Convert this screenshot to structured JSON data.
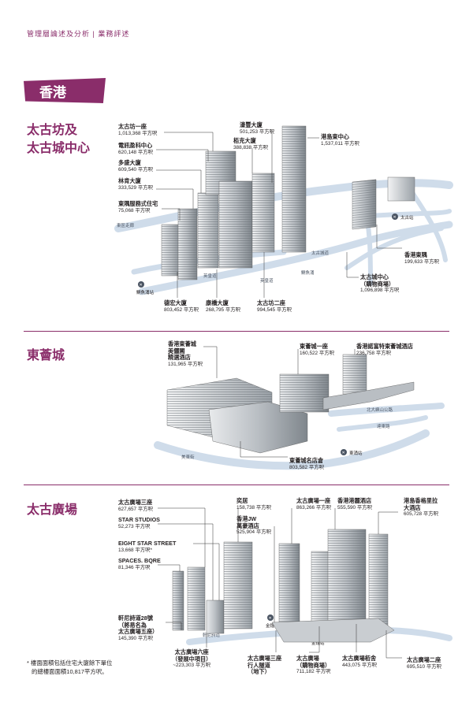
{
  "header": "管理層論述及分析 | 業務評述",
  "region": "香港",
  "sections": {
    "taikoo_place": {
      "title_line1": "太古坊及",
      "title_line2": "太古城中心",
      "labels": [
        {
          "name": "太古坊一座",
          "value": "1,013,368 平方呎"
        },
        {
          "name": "電訊盈科中心",
          "value": "620,148 平方呎"
        },
        {
          "name": "多盛大廈",
          "value": "609,540 平方呎"
        },
        {
          "name": "林肯大廈",
          "value": "333,529 平方呎"
        },
        {
          "name": "東隅服務式住宅",
          "value": "75,068 平方呎"
        },
        {
          "name": "濠豐大廈",
          "value": "501,253 平方呎"
        },
        {
          "name": "栢克大廈",
          "value": "388,838 平方呎"
        },
        {
          "name": "港島東中心",
          "value": "1,537,011 平方呎"
        },
        {
          "name": "香港東隅",
          "value": "199,633 平方呎"
        },
        {
          "name": "太古城中心",
          "name2": "（購物商場）",
          "value": "1,096,898 平方呎"
        },
        {
          "name": "德宏大廈",
          "value": "803,452 平方呎"
        },
        {
          "name": "康橋大廈",
          "value": "268,795 平方呎"
        },
        {
          "name": "太古坊二座",
          "value": "994,545 平方呎"
        }
      ],
      "roads": [
        "英皇道",
        "太古城道",
        "鰂魚涌",
        "英皇道",
        "東區走廊"
      ],
      "mtr": [
        "鰂魚涌站",
        "太古站"
      ]
    },
    "citygate": {
      "title": "東薈城",
      "labels": [
        {
          "name": "香港東薈城",
          "name2": "美儷閣",
          "name3": "精選酒店",
          "value": "131,965 平方呎"
        },
        {
          "name": "東薈城一座",
          "value": "160,522 平方呎"
        },
        {
          "name": "香港諾富特東薈城酒店",
          "value": "236,758 平方呎"
        },
        {
          "name": "東薈城名店倉",
          "value": "803,582 平方呎"
        }
      ],
      "roads": [
        "北大嶼山公路",
        "達東路",
        "美東街"
      ],
      "mtr": [
        "東涌站"
      ]
    },
    "pacific_place": {
      "title": "太古廣場",
      "labels": [
        {
          "name": "太古廣場三座",
          "value": "627,657 平方呎"
        },
        {
          "name": "STAR STUDIOS",
          "value": "52,273 平方呎"
        },
        {
          "name": "EIGHT STAR STREET",
          "value": "13,668 平方呎*"
        },
        {
          "name": "SPACES. BQRE",
          "value": "81,346 平方呎"
        },
        {
          "name": "軒尼詩道28號",
          "name2": "（將易名為",
          "name3": "太古廣場五座）",
          "value": "145,390 平方呎"
        },
        {
          "name": "奕居",
          "value": "158,738 平方呎"
        },
        {
          "name": "香港JW",
          "name2": "萬豪酒店",
          "value": "525,904 平方呎"
        },
        {
          "name": "太古廣場一座",
          "value": "863,266 平方呎"
        },
        {
          "name": "香港港麗酒店",
          "value": "555,590 平方呎"
        },
        {
          "name": "港島香格里拉",
          "name2": "大酒店",
          "value": "605,728 平方呎"
        },
        {
          "name": "太古廣場六座",
          "name2": "（發展中項目）",
          "value": "~223,303 平方呎"
        },
        {
          "name": "太古廣場三座",
          "name2": "行人隧道",
          "name3": "（地下）"
        },
        {
          "name": "太古廣場",
          "name2": "（購物商場）",
          "value": "711,182 平方呎"
        },
        {
          "name": "太古廣場栢舍",
          "value": "443,075 平方呎"
        },
        {
          "name": "太古廣場二座",
          "value": "695,510 平方呎"
        }
      ],
      "roads": [
        "軒尼詩道"
      ],
      "mtr": [
        "金鐘站"
      ]
    }
  },
  "footnote_line1": "* 樓面面積包括住宅大廈餘下單位",
  "footnote_line2": "的總樓面面積10,817平方呎。",
  "colors": {
    "accent": "#8a2d6a",
    "road": "#cfdcea",
    "building": "#9aa0a6"
  }
}
